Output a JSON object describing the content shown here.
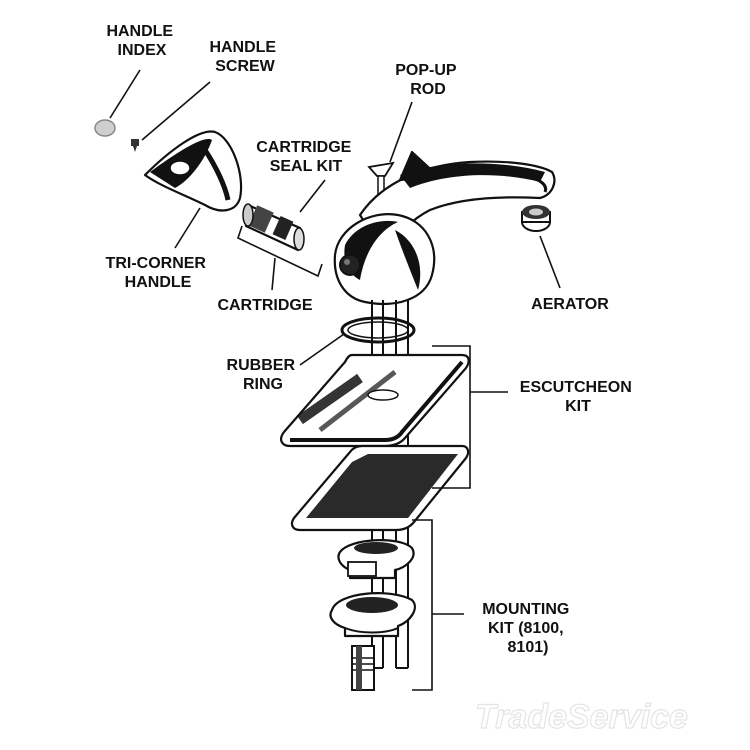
{
  "labels": {
    "handle_index": [
      "HANDLE",
      "INDEX"
    ],
    "handle_screw": [
      "HANDLE",
      "SCREW"
    ],
    "popup_rod": [
      "POP-UP",
      "ROD"
    ],
    "cartridge_seal_kit": [
      "CARTRIDGE",
      "SEAL KIT"
    ],
    "tri_corner_handle": [
      "TRI-CORNER",
      "HANDLE"
    ],
    "cartridge": [
      "CARTRIDGE"
    ],
    "aerator": [
      "AERATOR"
    ],
    "rubber_ring": [
      "RUBBER",
      "RING"
    ],
    "escutcheon_kit": [
      "ESCUTCHEON",
      "KIT"
    ],
    "mounting_kit": [
      "MOUNTING",
      "KIT (8100,",
      "8101)"
    ]
  },
  "watermark": "TradeService",
  "colors": {
    "ink": "#111111",
    "chrome_highlight": "#ffffff",
    "gasket": "#2a2a2a"
  }
}
